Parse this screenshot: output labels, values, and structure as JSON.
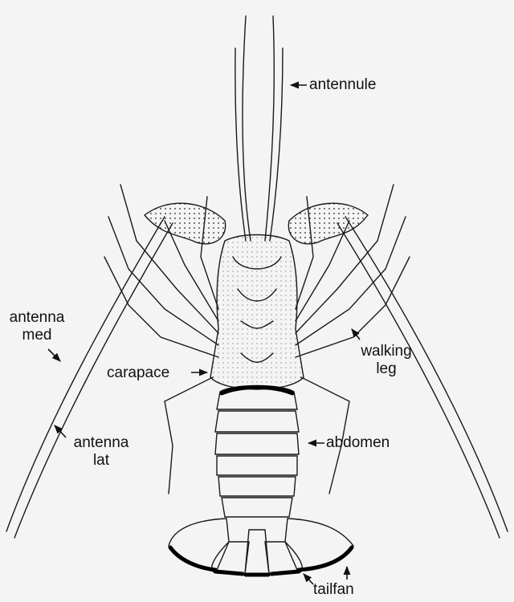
{
  "labels": {
    "antennule": "antennule",
    "antenna_med_line1": "antenna",
    "antenna_med_line2": "med",
    "carapace": "carapace",
    "walking_leg_line1": "walking",
    "walking_leg_line2": "leg",
    "antenna_lat_line1": "antenna",
    "antenna_lat_line2": "lat",
    "abdomen": "abdomen",
    "tailfan": "tailfan"
  },
  "colors": {
    "background": "#f4f4f4",
    "ink": "#1a1a1a"
  }
}
